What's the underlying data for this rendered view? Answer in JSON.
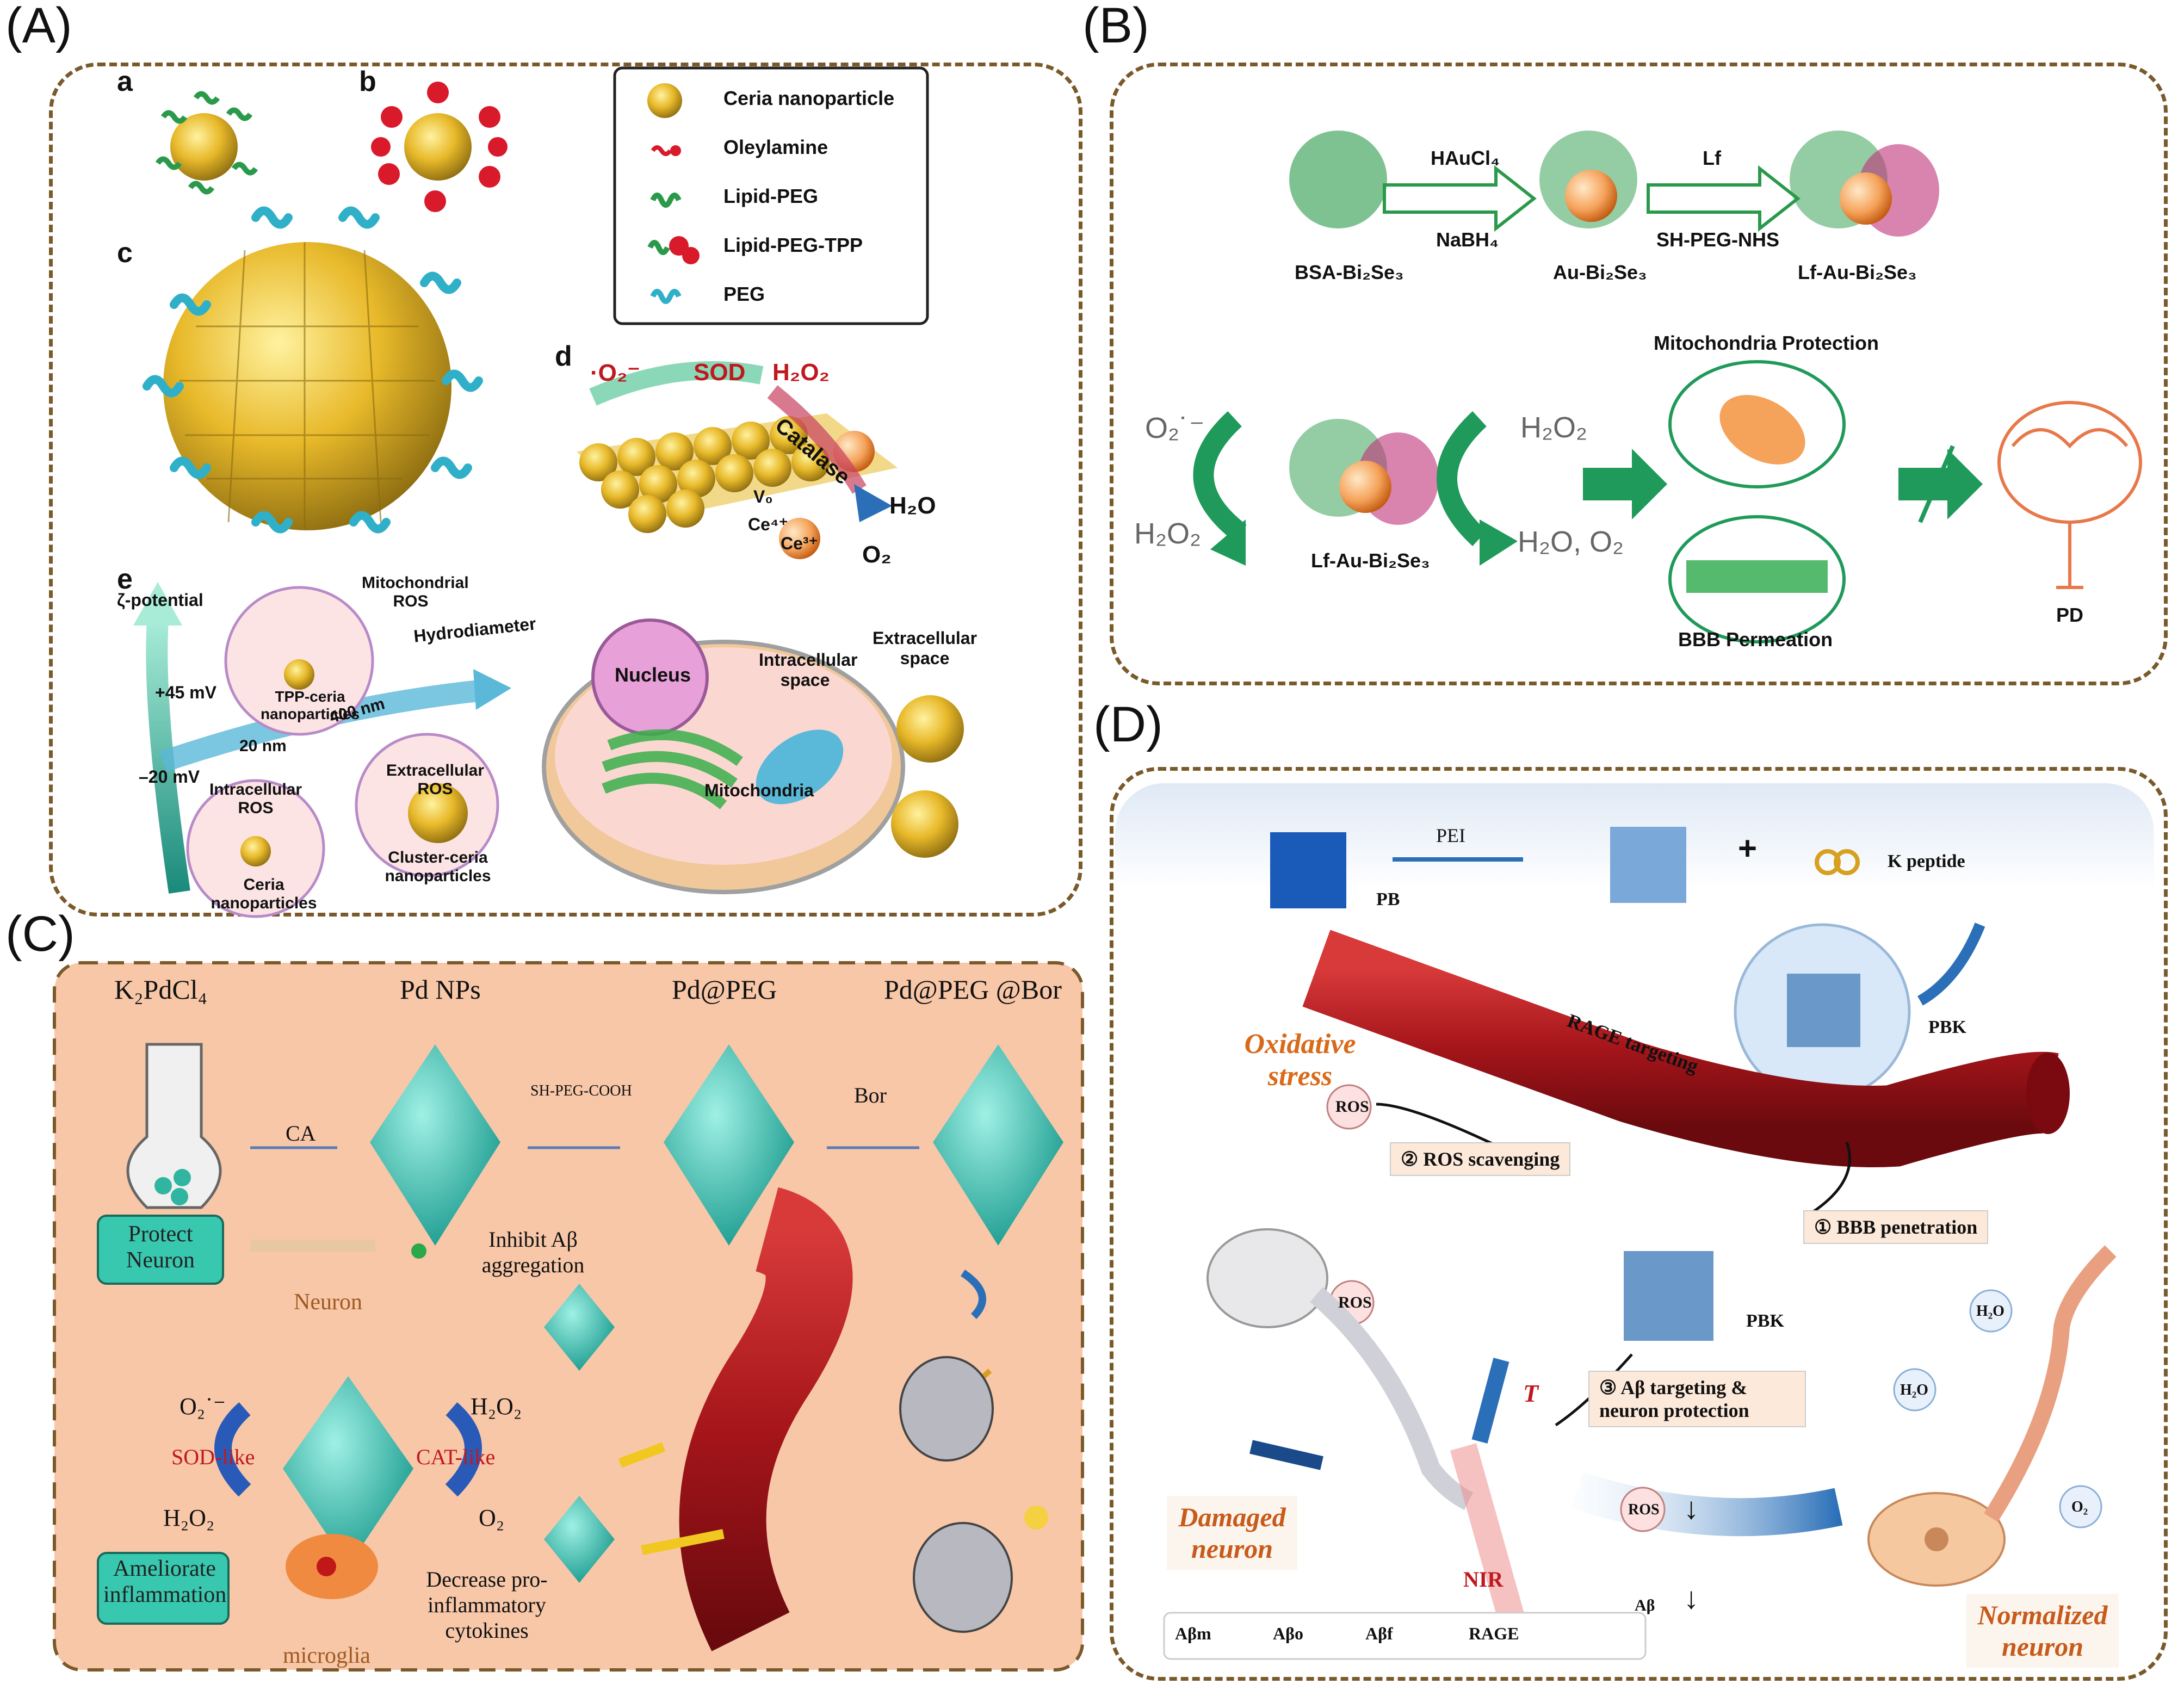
{
  "panels": {
    "A": {
      "letter": "(A)",
      "sub_a": "a",
      "sub_b": "b",
      "sub_c": "c",
      "sub_d": "d",
      "sub_e": "e",
      "legend": [
        "Ceria nanoparticle",
        "Oleylamine",
        "Lipid-PEG",
        "Lipid-PEG-TPP",
        "PEG"
      ],
      "d_labels": {
        "superoxide": "·O₂⁻",
        "sod": "SOD",
        "h2o2": "H₂O₂",
        "catalase": "Catalase",
        "h2o": "H₂O",
        "o2": "O₂",
        "v0": "V₀",
        "ce4": "Ce⁴⁺",
        "ce3": "Ce³⁺"
      },
      "e_labels": {
        "zeta": "ζ-potential",
        "hydro": "Hydrodiameter",
        "plus45": "+45 mV",
        "minus20": "–20 mV",
        "nm20": "20 nm",
        "nm400": "400 nm",
        "mito_ros": "Mitochondrial ROS",
        "tpp": "TPP-ceria nanoparticles",
        "intra_ros": "Intracellular ROS",
        "ceria": "Ceria nanoparticles",
        "extra_ros": "Extracellular ROS",
        "cluster": "Cluster-ceria nanoparticles",
        "nucleus": "Nucleus",
        "intra_space": "Intracellular space",
        "mitochondria": "Mitochondria",
        "extra_space": "Extracellular space"
      }
    },
    "B": {
      "letter": "(B)",
      "top": {
        "bsa": "BSA-Bi₂Se₃",
        "au": "Au-Bi₂Se₃",
        "lf_au": "Lf-Au-Bi₂Se₃",
        "haucl4": "HAuCl₄",
        "nabh4": "NaBH₄",
        "lf": "Lf",
        "shpeg": "SH-PEG-NHS"
      },
      "bottom": {
        "o2": "O₂˙⁻",
        "h2o2_left": "H₂O₂",
        "h2o2_right": "H₂O₂",
        "h2o_o2": "H₂O, O₂",
        "lf_au": "Lf-Au-Bi₂Se₃",
        "mito": "Mitochondria Protection",
        "bbb": "BBB Permeation",
        "pd": "PD"
      }
    },
    "C": {
      "letter": "(C)",
      "labels": {
        "k2pdcl4": "K₂PdCl₄",
        "pdnps": "Pd NPs",
        "pdpeg": "Pd@PEG",
        "pdpegbor": "Pd@PEG @Bor",
        "ca": "CA",
        "shpeg": "SH-PEG-COOH",
        "bor": "Bor",
        "protect": "Protect Neuron",
        "neuron": "Neuron",
        "inhibit": "Inhibit Aβ aggregation",
        "o2": "O₂˙⁻",
        "h2o2_l": "H₂O₂",
        "h2o2_r": "H₂O₂",
        "o2_r": "O₂",
        "sod": "SOD-like",
        "cat": "CAT-like",
        "ameliorate": "Ameliorate inflammation",
        "microglia": "microglia",
        "decrease": "Decrease pro-inflammatory cytokines"
      }
    },
    "D": {
      "letter": "(D)",
      "labels": {
        "pei": "PEI",
        "pb": "PB",
        "plus": "+",
        "kpep": "K peptide",
        "pbk_top": "PBK",
        "rage": "RAGE targeting",
        "oxidative": "Oxidative stress",
        "ros1": "ROS",
        "ros2": "ROS",
        "scav": "② ROS scavenging",
        "bbb": "① BBB  penetration",
        "pbk_mid": "PBK",
        "abt": "③ Aβ targeting & neuron protection",
        "t": "T",
        "h2o1": "H₂O",
        "h2o2": "H₂O",
        "o2": "O₂",
        "ros_down": "ROS",
        "ab_down": "Aβ",
        "damaged": "Damaged neuron",
        "nir": "NIR",
        "normalized": "Normalized neuron",
        "legend": [
          "Aβm",
          "Aβo",
          "Aβf",
          "RAGE"
        ]
      }
    }
  },
  "colors": {
    "dash": "#7a5a2a",
    "green": "#1f9a5a",
    "teal": "#2fb5a0",
    "red": "#c0181e",
    "gold": "#d9a81e",
    "salmon": "#f7c7a8"
  }
}
